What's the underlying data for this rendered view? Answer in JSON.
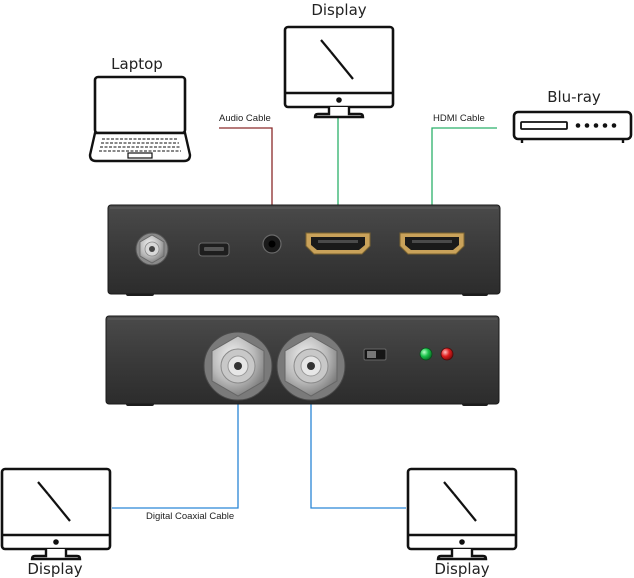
{
  "labels": {
    "display_top": "Display",
    "laptop": "Laptop",
    "bluray": "Blu-ray",
    "audio_cable": "Audio Cable",
    "hdmi_cable": "HDMI Cable",
    "digital_coaxial_cable": "Digital Coaxial Cable",
    "display_bottom_left": "Display",
    "display_bottom_right": "Display"
  },
  "colors": {
    "audio_cable": "#8a2a2a",
    "hdmi_cable": "#2bb06a",
    "coax_cable": "#2a86d6",
    "device_body": "#3a3a3a",
    "led_green": "#19c34a",
    "led_red": "#e01e1e",
    "hdmi_port": "#c9a25a"
  },
  "icons": [
    "monitor-icon",
    "laptop-icon",
    "bluray-player-icon"
  ]
}
